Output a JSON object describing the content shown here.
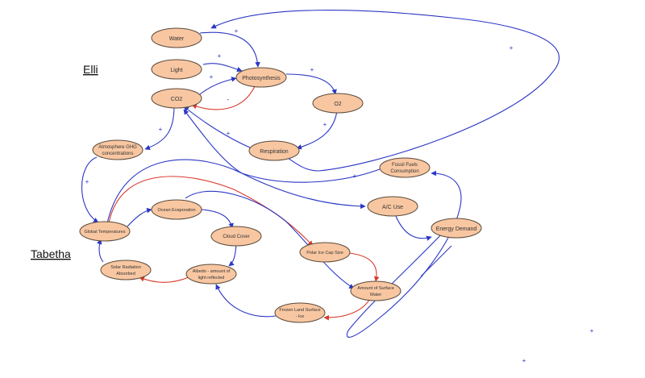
{
  "labels": {
    "elli": "Elli",
    "tabetha": "Tabetha"
  },
  "colors": {
    "node_fill": "#f8c7a2",
    "positive_link": "#2b37c4",
    "negative_link": "#d93a2b"
  },
  "nodes": {
    "water": "Water",
    "light": "Light",
    "co2": "CO2",
    "photosynthesis": "Photosynthesis",
    "o2": "O2",
    "respiration": "Respiration",
    "ghg": [
      "Atmosphere GHG",
      "concentrations"
    ],
    "fossil": [
      "Fossil Fuels",
      "Consumption"
    ],
    "ac": "A/C Use",
    "energy": "Energy Demand",
    "global_temp": "Global Temperatures",
    "ocean_evap": "Ocean Evaporation",
    "cloud": "Cloud Cover",
    "polar": "Polar Ice Cap Size",
    "solar": [
      "Solar Radiation",
      "Absorbed"
    ],
    "albedo": [
      "Albedo - amount of",
      "light reflected"
    ],
    "surface_water": [
      "Amount of Surface",
      "Water"
    ],
    "frozen": [
      "Frozen Land Surface",
      "- Ice"
    ]
  },
  "signs": {
    "water_photo": "+",
    "light_photo": "+",
    "co2_photo": "+",
    "photo_co2": "-",
    "photo_o2": "+",
    "o2_resp": "+",
    "resp_co2": "+",
    "co2_ghg": "+",
    "ghg_gt": "+",
    "big_loop": "+",
    "fossil_co2": "+",
    "stray_1": "+",
    "stray_2": "+"
  }
}
